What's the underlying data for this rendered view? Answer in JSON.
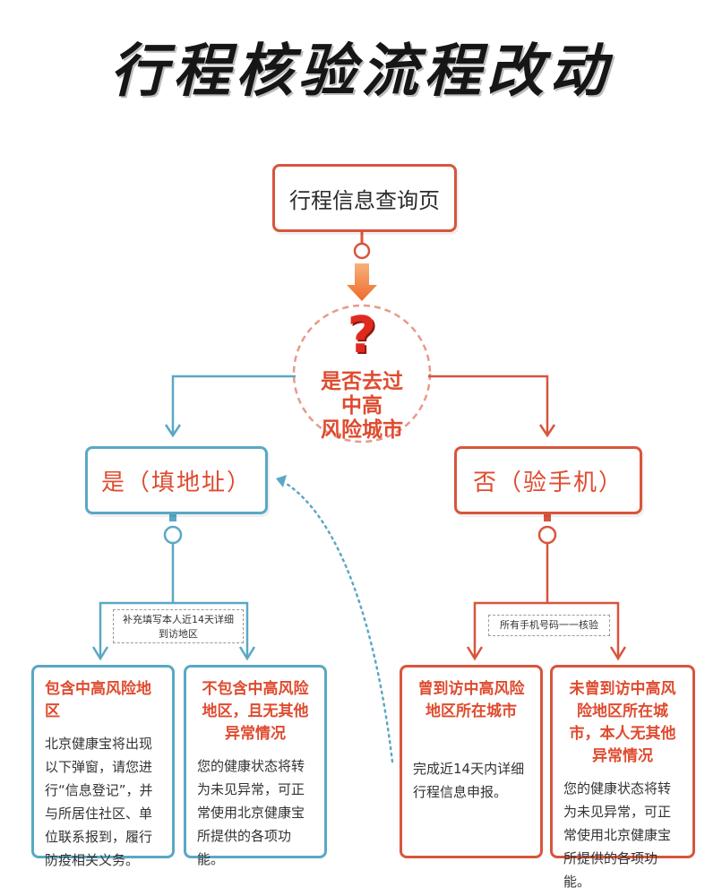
{
  "title": "行程核验流程改动",
  "start": {
    "label": "行程信息查询页"
  },
  "question": {
    "icon": "question-mark-icon",
    "lines": [
      "是否去过",
      "中高",
      "风险城市"
    ]
  },
  "branches": {
    "yes": {
      "label": "是（填地址）",
      "note": [
        "补充填写本人近14天详细",
        "到访地区"
      ],
      "results": [
        {
          "title": "包含中高风险地区",
          "body": "北京健康宝将出现以下弹窗，请您进行“信息登记”，并与所居住社区、单位联系报到，履行防疫相关义务。"
        },
        {
          "title": "不包含中高风险地区，且无其他异常情况",
          "body": "您的健康状态将转为未见异常，可正常使用北京健康宝所提供的各项功能。"
        }
      ]
    },
    "no": {
      "label": "否（验手机）",
      "note": "所有手机号码一一核验",
      "results": [
        {
          "title": "曾到访中高风险地区所在城市",
          "body": "完成近14天内详细行程信息申报。"
        },
        {
          "title": "未曾到访中高风险地区所在城市，本人无其他异常情况",
          "body": "您的健康状态将转为未见异常，可正常使用北京健康宝所提供的各项功能。"
        }
      ]
    }
  },
  "colors": {
    "red": "#d8553c",
    "blue": "#5aa8c4",
    "orange": "#f08a3c"
  }
}
